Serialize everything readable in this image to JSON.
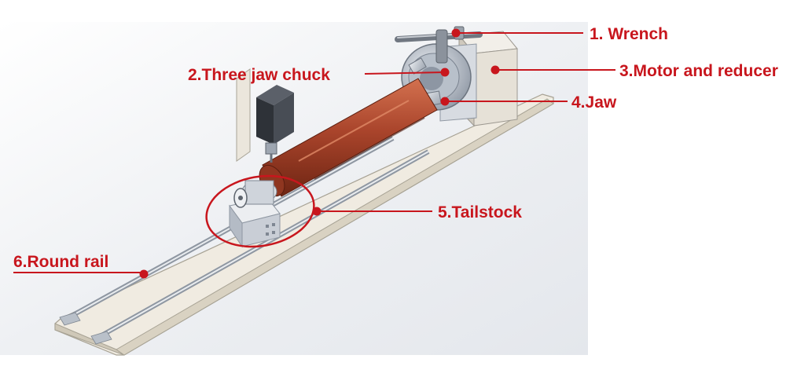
{
  "labels": {
    "wrench": "1. Wrench",
    "chuck": "2.Three jaw chuck",
    "motor": "3.Motor and reducer",
    "jaw": "4.Jaw",
    "tailstock": "5.Tailstock",
    "rail": "6.Round rail"
  },
  "colors": {
    "label_red": "#c8161d",
    "workpiece": "#a9442b",
    "base_plate": "#f0ebe1",
    "metal": "#c9ced6",
    "background_panel": "#eef0f3"
  }
}
